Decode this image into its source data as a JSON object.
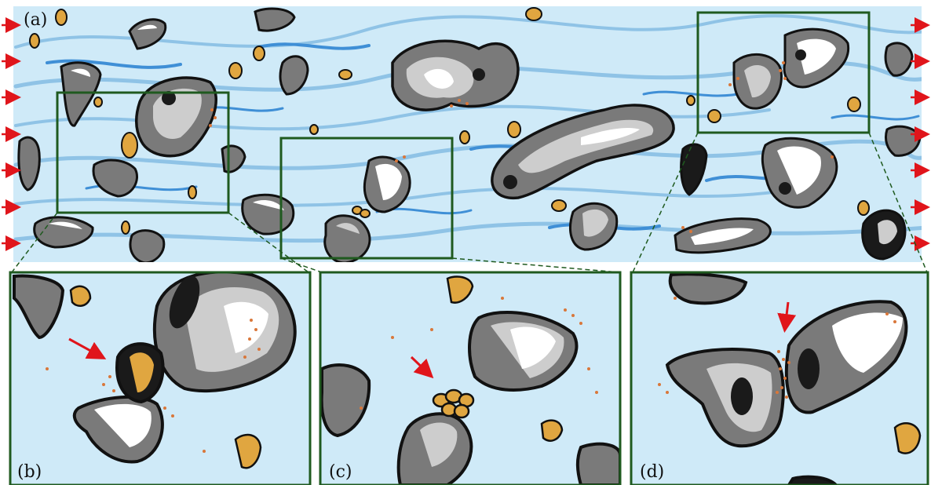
{
  "colors": {
    "fluid": "#cfeaf8",
    "streak_light": "#8fc3e6",
    "streak_dark": "#3f8fd6",
    "zoom_box": "#1f5a1f",
    "arrow": "#e0151b",
    "particle_dark": "#1a1a1a",
    "particle_mid": "#7a7a7a",
    "particle_light": "#cdcdcd",
    "particle_white": "#ffffff",
    "debris": "#d9773a",
    "gold": "#e0a640"
  },
  "panels": {
    "a": {
      "label": "(a)"
    },
    "b": {
      "label": "(b)"
    },
    "c": {
      "label": "(c)"
    },
    "d": {
      "label": "(d)"
    }
  },
  "icons": {
    "flow_arrow": "right-arrow-icon",
    "marker_arrow": "diagonal-arrow-icon"
  }
}
